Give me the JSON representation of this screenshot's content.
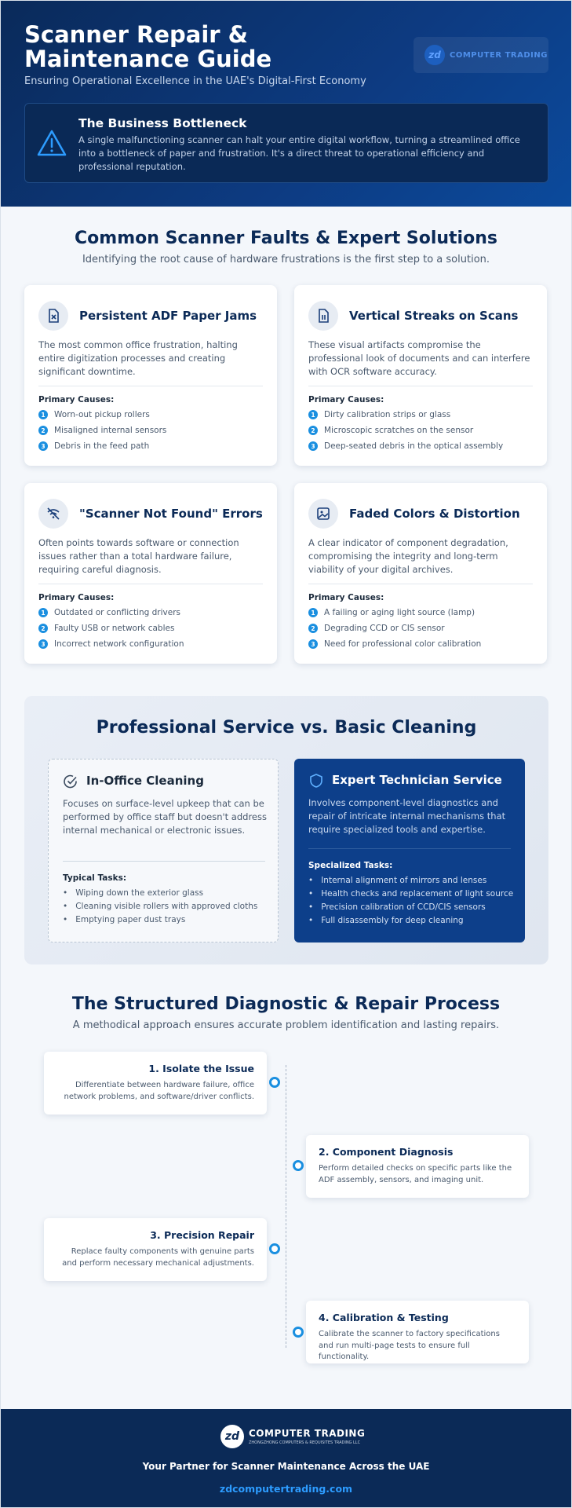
{
  "header": {
    "title": "Scanner Repair & Maintenance Guide",
    "subtitle": "Ensuring Operational Excellence in the UAE's Digital-First Economy",
    "logo_mark": "zd",
    "logo_text": "COMPUTER TRADING",
    "bottleneck_title": "The Business Bottleneck",
    "bottleneck_text": "A single malfunctioning scanner can halt your entire digital workflow, turning a streamlined office into a bottleneck of paper and frustration. It's a direct threat to operational efficiency and professional reputation."
  },
  "faults": {
    "title": "Common Scanner Faults & Expert Solutions",
    "subtitle": "Identifying the root cause of hardware frustrations is the first step to a solution.",
    "causes_label": "Primary Causes:",
    "cards": [
      {
        "icon": "paper-jam-icon",
        "title": "Persistent ADF Paper Jams",
        "text": "The most common office frustration, halting entire digitization processes and creating significant downtime.",
        "causes": [
          "Worn-out pickup rollers",
          "Misaligned internal sensors",
          "Debris in the feed path"
        ]
      },
      {
        "icon": "document-streak-icon",
        "title": "Vertical Streaks on Scans",
        "text": "These visual artifacts compromise the professional look of documents and can interfere with OCR software accuracy.",
        "causes": [
          "Dirty calibration strips or glass",
          "Microscopic scratches on the sensor",
          "Deep-seated debris in the optical assembly"
        ]
      },
      {
        "icon": "wifi-off-icon",
        "title": "\"Scanner Not Found\" Errors",
        "text": "Often points towards software or connection issues rather than a total hardware failure, requiring careful diagnosis.",
        "causes": [
          "Outdated or conflicting drivers",
          "Faulty USB or network cables",
          "Incorrect network configuration"
        ]
      },
      {
        "icon": "image-icon",
        "title": "Faded Colors & Distortion",
        "text": "A clear indicator of component degradation, compromising the integrity and long-term viability of your digital archives.",
        "causes": [
          "A failing or aging light source (lamp)",
          "Degrading CCD or CIS sensor",
          "Need for professional color calibration"
        ]
      }
    ],
    "numbers": [
      "1",
      "2",
      "3"
    ]
  },
  "compare": {
    "title": "Professional Service vs. Basic Cleaning",
    "left": {
      "title": "In-Office Cleaning",
      "text": "Focuses on surface-level upkeep that can be performed by office staff but doesn't address internal mechanical or electronic issues.",
      "label": "Typical Tasks:",
      "items": [
        "Wiping down the exterior glass",
        "Cleaning visible rollers with approved cloths",
        "Emptying paper dust trays"
      ]
    },
    "right": {
      "title": "Expert Technician Service",
      "text": "Involves component-level diagnostics and repair of intricate internal mechanisms that require specialized tools and expertise.",
      "label": "Specialized Tasks:",
      "items": [
        "Internal alignment of mirrors and lenses",
        "Health checks and replacement of light source",
        "Precision calibration of CCD/CIS sensors",
        "Full disassembly for deep cleaning"
      ]
    }
  },
  "process": {
    "title": "The Structured Diagnostic & Repair Process",
    "subtitle": "A methodical approach ensures accurate problem identification and lasting repairs.",
    "steps": [
      {
        "title": "1. Isolate the Issue",
        "text": "Differentiate between hardware failure, office network problems, and software/driver conflicts."
      },
      {
        "title": "2. Component Diagnosis",
        "text": "Perform detailed checks on specific parts like the ADF assembly, sensors, and imaging unit."
      },
      {
        "title": "3. Precision Repair",
        "text": "Replace faulty components with genuine parts and perform necessary mechanical adjustments."
      },
      {
        "title": "4. Calibration & Testing",
        "text": "Calibrate the scanner to factory specifications and run multi-page tests to ensure full functionality."
      }
    ]
  },
  "footer": {
    "logo_mark": "zd",
    "brand": "COMPUTER TRADING",
    "brand_sub": "ZHONGZHONG COMPUTERS & REQUISITES TRADING LLC",
    "tagline": "Your Partner for Scanner Maintenance Across the UAE",
    "url": "zdcomputertrading.com"
  },
  "colors": {
    "navy": "#0b2a57",
    "header_blue": "#0d3b82",
    "accent": "#1a8fe0",
    "service_blue": "#0d3f8a",
    "background": "#f4f7fb"
  }
}
